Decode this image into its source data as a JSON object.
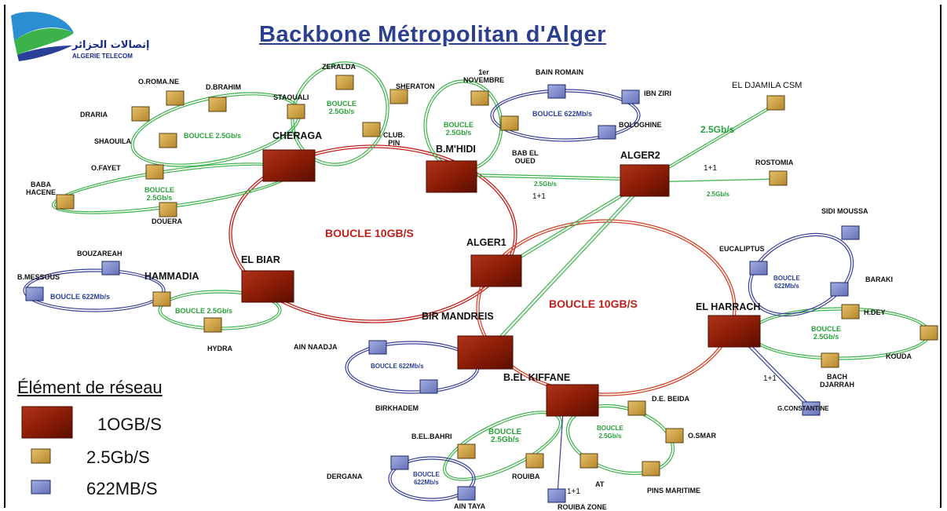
{
  "title": "Backbone Métropolitan d'Alger",
  "logo": {
    "arabic_text": "إتصالات الجزائر",
    "latin_text": "ALGERIE TELECOM"
  },
  "colors": {
    "ring_10g": "#c0201c",
    "ring_2_5g": "#3cb34a",
    "ring_622m": "#3a3f9a",
    "node_10g": "#8c1d06",
    "node_2_5g": "#c99a3a",
    "node_622m": "#7a86c8",
    "title": "#2b3f8f"
  },
  "nodes": {
    "cheraga": "CHERAGA",
    "bmhidi": "B.M'HIDI",
    "alger2": "ALGER2",
    "alger1": "ALGER1",
    "elbiar": "EL BIAR",
    "birmandreis": "BIR MANDREIS",
    "elharrach": "EL HARRACH",
    "belkiffane": "B.EL KIFFANE",
    "zeralda": "ZERALDA",
    "oromane": "O.ROMA.NE",
    "dbrahim": "D.BRAHIM",
    "staouali": "STAOUALI",
    "sheraton": "SHERATON",
    "draria": "DRARIA",
    "shaoula": "SHAOUILA",
    "clubpin": "CLUB.\nPIN",
    "ofayet": "O.FAYET",
    "babahacene": "BABA\nHACENE",
    "douera": "DOUERA",
    "premier_novembre": "1er\nNOVEMBRE",
    "bainromain": "BAIN ROMAIN",
    "ibnziri": "IBN ZIRI",
    "bologhine": "BOLOGHINE",
    "babeloued": "BAB EL\nOUED",
    "eldjamila": "EL DJAMILA CSM",
    "rostomia": "ROSTOMIA",
    "sidimoussa": "SIDI MOUSSA",
    "eucaliptus": "EUCALIPTUS",
    "baraki": "BARAKI",
    "hdey": "H.DEY",
    "kouda": "KOUDA",
    "bachdjarrah": "BACH\nDJARRAH",
    "gconstantine": "G.CONSTANTINE",
    "bouzareah": "BOUZAREAH",
    "bmessous": "B.MESSOUS",
    "hammadia": "HAMMADIA",
    "hydra": "HYDRA",
    "ainnaadja": "AIN NAADJA",
    "birkhadem": "BIRKHADEM",
    "debeida": "D.E. BEIDA",
    "osmar": "O.SMAR",
    "belbahri": "B.EL.BAHRI",
    "dergana": "DERGANA",
    "rouiba": "ROUIBA",
    "at": "AT",
    "pinsmaritime": "PINS MARITIME",
    "aintaya": "AIN TAYA",
    "rouibazone": "ROUIBA ZONE"
  },
  "link_labels": {
    "boucle_2_5_a": "BOUCLE\n2.5Gb/s",
    "boucle_2_5_cheraga": "BOUCLE 2.5Gb/s",
    "boucle_2_5_b": "BOUCLE\n2.5Gb/s",
    "boucle_2_5_bmhidi": "BOUCLE\n2.5Gb/s",
    "boucle_622_bmhidi": "BOUCLE 622Mb/s",
    "link_2_5_djamila": "2.5Gb/s",
    "one_plus_one_a": "1+1",
    "link_2_5_rostomia": "2.5Gb/s",
    "link_2_5_alger": "2.5Gb/s",
    "one_plus_one_b": "1+1",
    "boucle_10g_top": "BOUCLE 10GB/S",
    "boucle_10g_bottom": "BOUCLE 10GB/S",
    "boucle_622_elbiar": "BOUCLE 622Mb/s",
    "boucle_2_5_hammadia": "BOUCLE 2.5Gb/s",
    "boucle_622_harrach": "BOUCLE\n622Mb/s",
    "boucle_2_5_harrach": "BOUCLE\n2.5Gb/s",
    "one_plus_one_c": "1+1",
    "boucle_622_bir": "BOUCLE 622Mb/s",
    "boucle_2_5_kiffane_a": "BOUCLE\n2.5Gb/s",
    "boucle_2_5_kiffane_b": "BOUCLE\n2.5Gb/s",
    "boucle_622_kiffane": "BOUCLE\n622Mb/s",
    "one_plus_one_d": "1+1"
  },
  "legend": {
    "title": "Élément de réseau",
    "items": [
      "1OGB/S",
      "2.5Gb/S",
      "622MB/S"
    ]
  }
}
